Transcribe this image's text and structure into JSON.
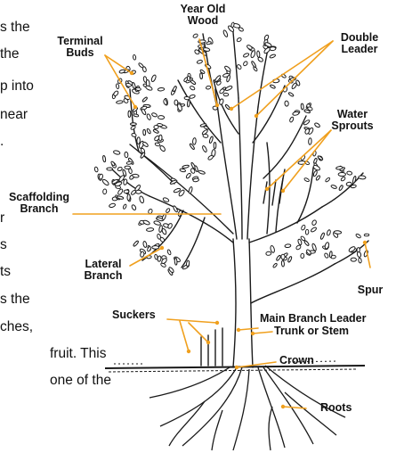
{
  "body_text": {
    "lines": [
      "s the",
      "the",
      "p into",
      "near",
      ".",
      "r",
      "s",
      "ts",
      "s the",
      "ches,",
      "fruit. This",
      "one of the"
    ]
  },
  "labels": {
    "year_old_wood": [
      "Year Old",
      "Wood"
    ],
    "terminal_buds": [
      "Terminal",
      "Buds"
    ],
    "double_leader": [
      "Double",
      "Leader"
    ],
    "water_sprouts": [
      "Water",
      "Sprouts"
    ],
    "scaffolding_branch": [
      "Scaffolding",
      "Branch"
    ],
    "lateral_branch": [
      "Lateral",
      "Branch"
    ],
    "spur": "Spur",
    "suckers": "Suckers",
    "main_branch_leader": "Main Branch Leader",
    "trunk_or_stem": "Trunk or Stem",
    "crown": "Crown",
    "roots": "Roots"
  },
  "colors": {
    "leader_line": "#f0a01e",
    "ink": "#1a1a1a",
    "label_text": "#111111"
  }
}
